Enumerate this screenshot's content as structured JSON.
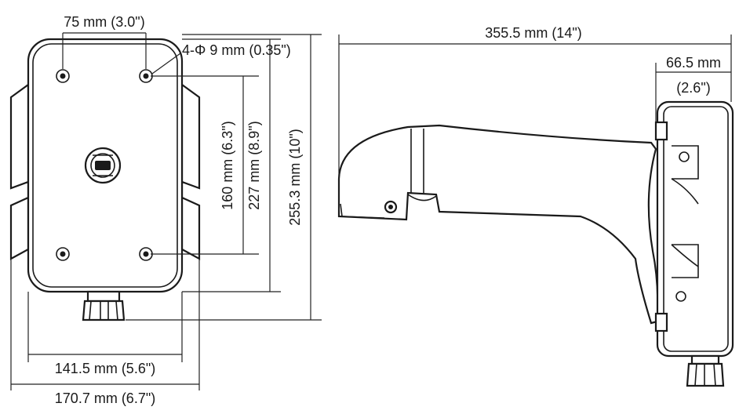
{
  "front_view": {
    "hole_spacing": "75 mm (3.0\")",
    "hole_spec": "4-Φ 9 mm (0.35\")",
    "vertical_hole_spacing": "160 mm (6.3\")",
    "body_height": "227 mm (8.9\")",
    "overall_height": "255.3 mm (10\")",
    "body_width": "141.5 mm (5.6\")",
    "overall_width": "170.7 mm (6.7\")"
  },
  "side_view": {
    "arm_length": "355.5 mm (14\")",
    "plate_depth_mm": "66.5 mm",
    "plate_depth_in": "(2.6\")"
  },
  "colors": {
    "line": "#1a1a1a",
    "background": "#ffffff"
  }
}
